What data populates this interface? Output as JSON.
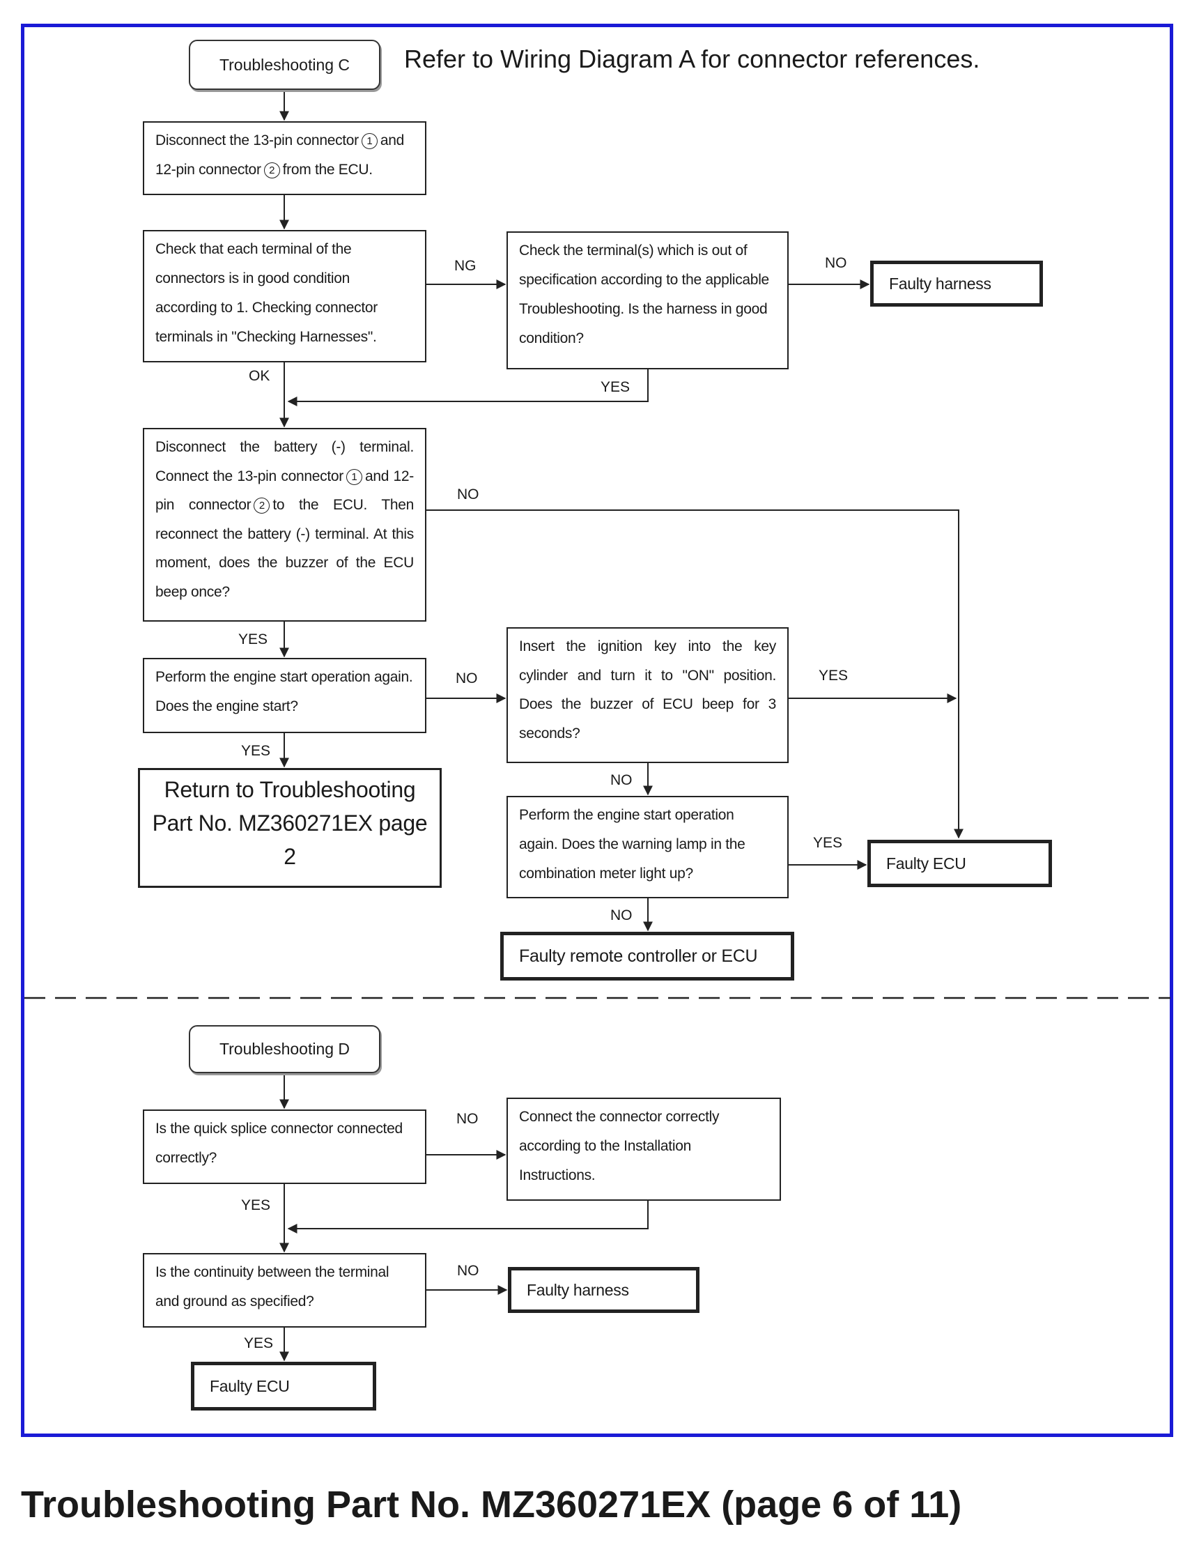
{
  "header_note": "Refer to Wiring Diagram A for connector references.",
  "footer_title": "Troubleshooting Part No. MZ360271EX (page 6 of 11)",
  "colors": {
    "frame": "#1a1ad6",
    "line": "#222222"
  },
  "section_c": {
    "start": "Troubleshooting C",
    "step1": {
      "a": "Disconnect the 13-pin connector",
      "circ1": "1",
      "b": "and",
      "c": "12-pin connector",
      "circ2": "2",
      "d": "from the ECU."
    },
    "step2": "Check that each terminal of the connectors is in good condition according to 1. Checking connector terminals in \"Checking Harnesses\".",
    "step2_ng_box": "Check the terminal(s) which is out of specification according to the applicable Troubleshooting. Is the harness in good condition?",
    "faulty_harness": "Faulty harness",
    "step3": {
      "a": "Disconnect the battery (-) terminal. Connect the 13-pin connector",
      "circ1": "1",
      "b": "and 12-pin connector",
      "circ2": "2",
      "c": "to the ECU. Then reconnect the battery (-) terminal. At this moment, does the buzzer of the ECU beep once?"
    },
    "step4": "Perform the engine start operation again. Does the engine start?",
    "return_box": "Return to Troubleshooting Part No. MZ360271EX page 2",
    "ignition_box": "Insert the ignition key into the key cylinder and turn it to \"ON\" position. Does the buzzer of ECU beep for 3 seconds?",
    "warning_box": "Perform the engine start operation again. Does the warning lamp in the combination meter light up?",
    "faulty_ecu": "Faulty ECU",
    "faulty_remote": "Faulty remote controller or ECU",
    "labels": {
      "ng": "NG",
      "no1": "NO",
      "yes1": "YES",
      "ok": "OK",
      "no2": "NO",
      "yes2": "YES",
      "no3": "NO",
      "yes3": "YES",
      "yes4": "YES",
      "no4": "NO",
      "yes5": "YES",
      "no5": "NO"
    }
  },
  "section_d": {
    "start": "Troubleshooting D",
    "step1": "Is the quick splice connector connected correctly?",
    "connect_box": "Connect the connector correctly according to the Installation Instructions.",
    "step2": "Is the continuity between the terminal and ground as specified?",
    "faulty_harness": "Faulty harness",
    "faulty_ecu": "Faulty ECU",
    "labels": {
      "no1": "NO",
      "yes1": "YES",
      "no2": "NO",
      "yes2": "YES"
    }
  }
}
